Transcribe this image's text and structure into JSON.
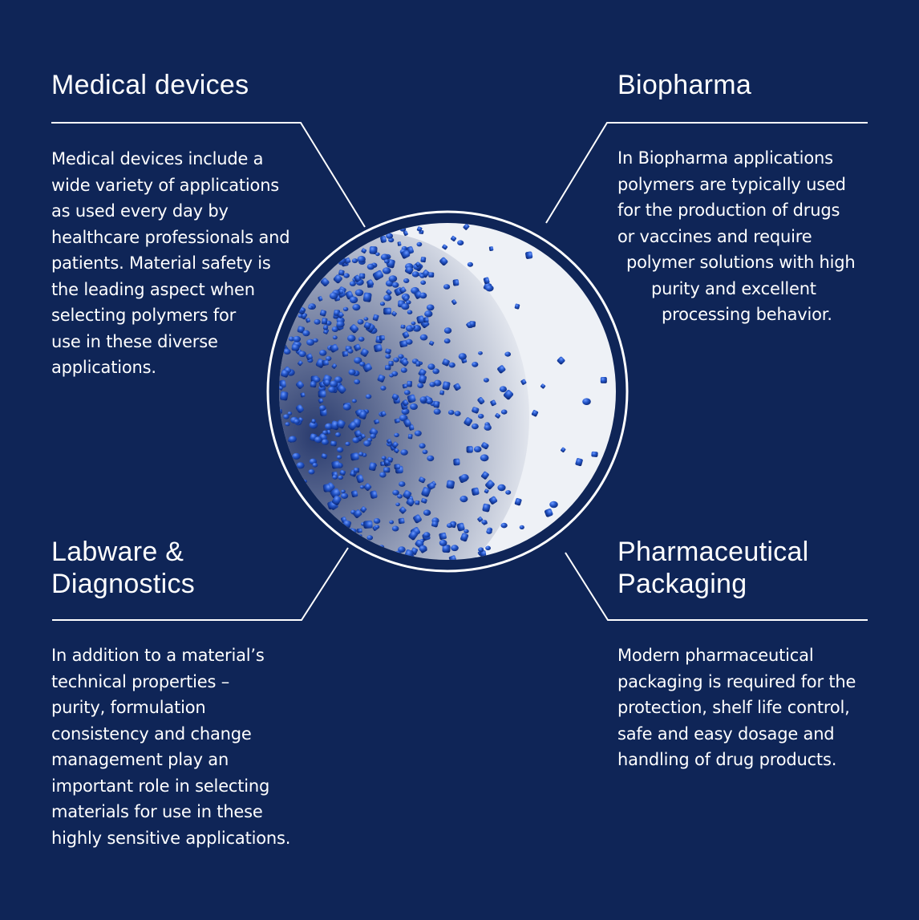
{
  "colors": {
    "background": "#0f2557",
    "lines": "#ffffff",
    "text": "#ffffff",
    "pellet": "#1f56c6",
    "pellet_dark": "#0b2a78",
    "photo_background": "#eef1f6"
  },
  "sections": {
    "medical": {
      "title": "Medical devices",
      "lines": [
        "Medical devices include a",
        "wide variety of applications",
        "as used every day by",
        "healthcare professionals and",
        "patients. Material safety is",
        "the leading aspect when",
        "selecting polymers for",
        "use in these diverse",
        "applications."
      ]
    },
    "biopharma": {
      "title": "Biopharma",
      "lines": [
        "In Biopharma applications",
        "polymers are typically used",
        "for the production of drugs",
        "or vaccines and require",
        "polymer solutions with high",
        "purity and excellent",
        "processing behavior."
      ]
    },
    "labware": {
      "title": "Labware &\nDiagnostics",
      "lines": [
        "In addition to a material’s",
        "technical properties –",
        "purity, formulation",
        "consistency and change",
        "management play an",
        "important role in selecting",
        "materials for use in these",
        "highly sensitive applications."
      ]
    },
    "pharmaceutical": {
      "title": "Pharmaceutical\nPackaging",
      "lines": [
        "Modern pharmaceutical",
        "packaging is required for the",
        "protection, shelf life control,",
        "safe and easy dosage and",
        "handling of drug products."
      ]
    }
  },
  "center_image": {
    "subject": "blue polymer pellets"
  }
}
